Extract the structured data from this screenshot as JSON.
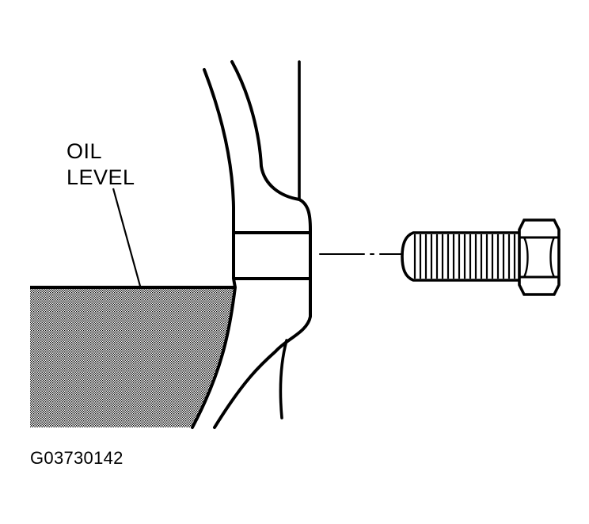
{
  "labels": {
    "oil_line1": "OIL",
    "oil_line2": "LEVEL",
    "figure_code": "G03730142"
  },
  "colors": {
    "ink": "#000000",
    "paper": "#ffffff"
  }
}
